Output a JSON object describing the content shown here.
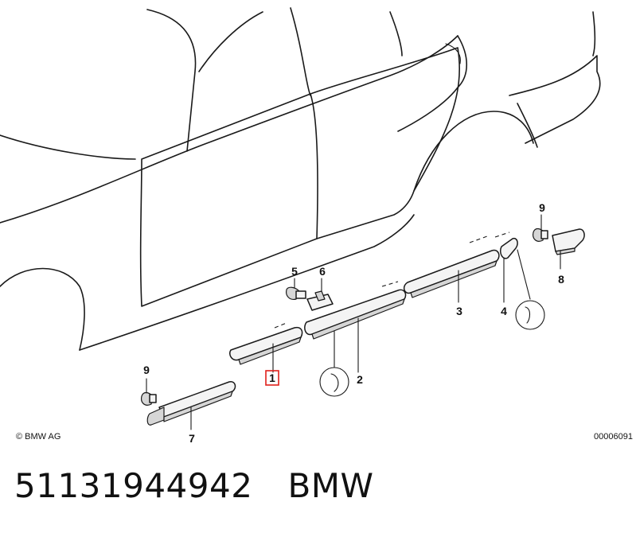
{
  "copyright": "© BMW AG",
  "diagram_id": "00006091",
  "part_number": "51131944942",
  "brand": "BMW",
  "callouts": {
    "c1": "1",
    "c2": "2",
    "c3": "3",
    "c4": "4",
    "c5": "5",
    "c6": "6",
    "c7": "7",
    "c8": "8",
    "c9a": "9",
    "c9b": "9"
  },
  "highlight_color": "#e0201b"
}
